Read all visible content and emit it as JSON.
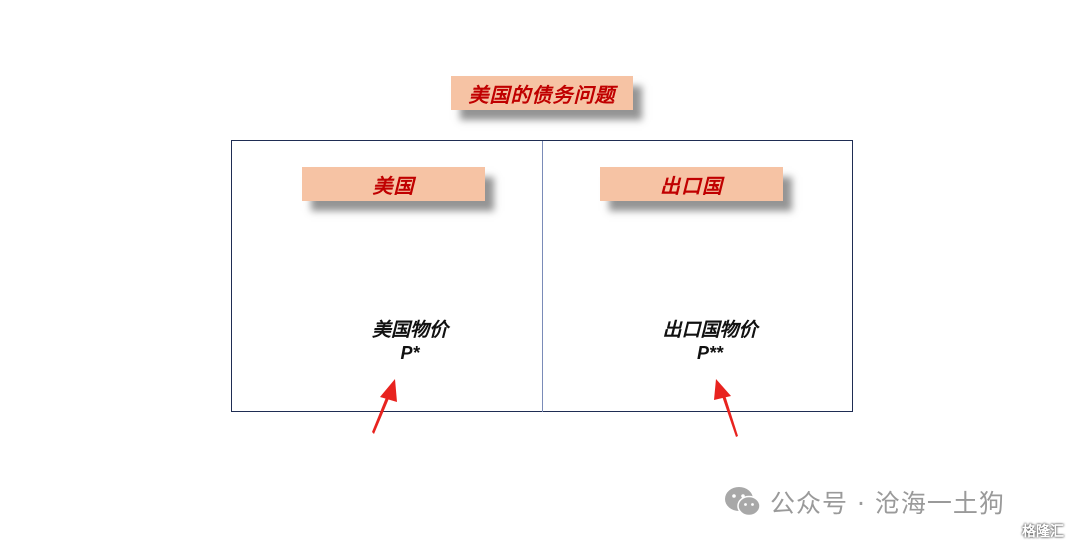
{
  "diagram": {
    "title": "美国的债务问题",
    "left_panel": {
      "header": "美国",
      "price_name": "美国物价",
      "price_symbol": "P*"
    },
    "right_panel": {
      "header": "出口国",
      "price_name": "出口国物价",
      "price_symbol": "P**"
    },
    "colors": {
      "label_fill": "#f6c3a4",
      "label_text": "#c00000",
      "frame": "#1f2d54",
      "arrow": "#e8231f"
    }
  },
  "watermark": {
    "icon": "wechat-icon",
    "text": "公众号 · 沧海一土狗"
  },
  "brand": {
    "icon": "gelonghui-logo-icon",
    "text": "格隆汇"
  }
}
